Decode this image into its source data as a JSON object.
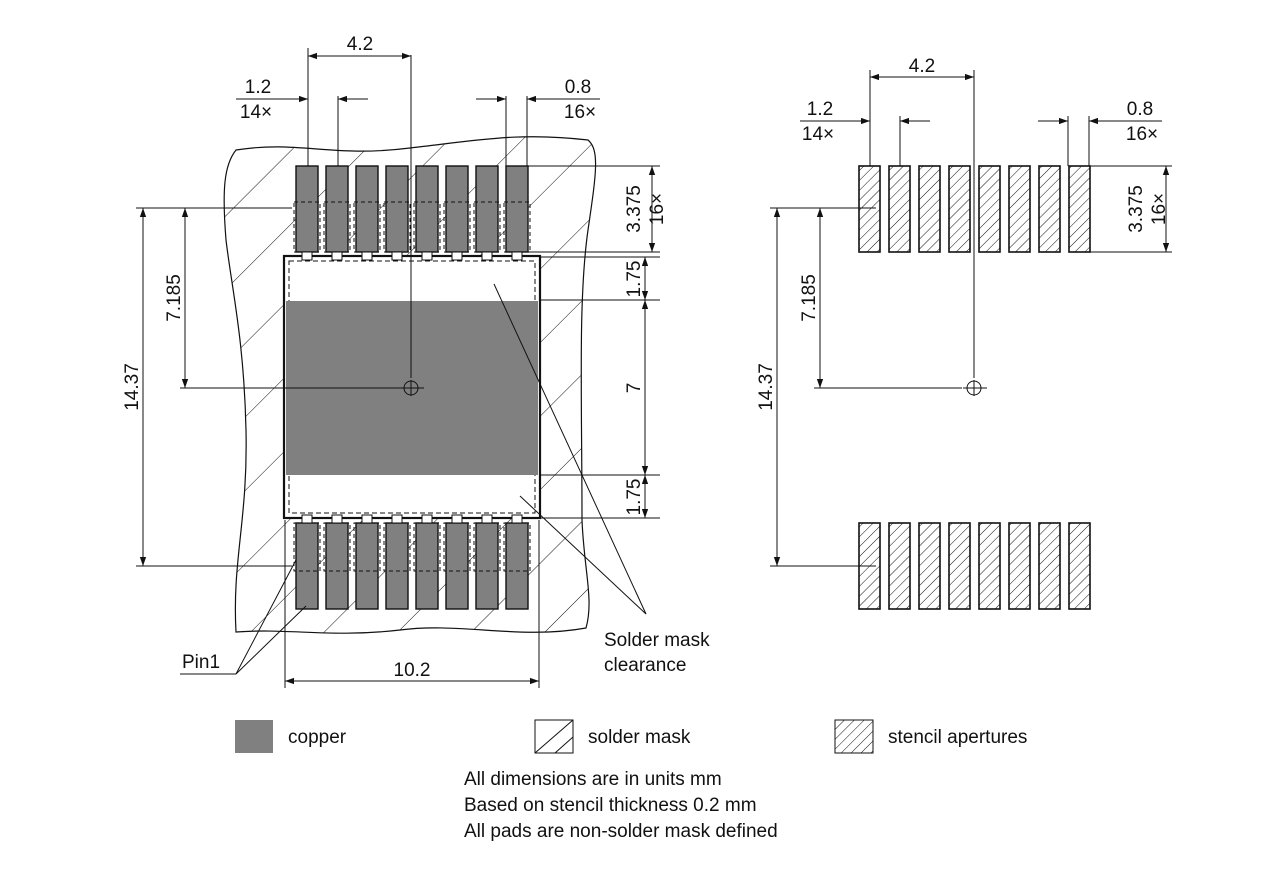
{
  "colors": {
    "copper": "#808080",
    "line": "#111111",
    "background": "#ffffff"
  },
  "left_view": {
    "pitch_label": "1.2",
    "pitch_count": "14×",
    "pad_width_label": "0.8",
    "pad_width_count": "16×",
    "span_label": "4.2",
    "pad_length_label": "3.375",
    "pad_length_count": "16×",
    "half_height_label": "7.185",
    "height_label": "14.37",
    "width_label": "10.2",
    "clear_top_label": "1.75",
    "center_label": "7",
    "clear_bottom_label": "1.75",
    "pin1_label": "Pin1",
    "clearance_label_1": "Solder mask",
    "clearance_label_2": "clearance"
  },
  "right_view": {
    "pitch_label": "1.2",
    "pitch_count": "14×",
    "pad_width_label": "0.8",
    "pad_width_count": "16×",
    "span_label": "4.2",
    "pad_length_label": "3.375",
    "pad_length_count": "16×",
    "half_height_label": "7.185",
    "height_label": "14.37"
  },
  "legend": {
    "copper": "copper",
    "solder_mask": "solder mask",
    "stencil": "stencil apertures"
  },
  "notes": {
    "line1": "All dimensions are in units mm",
    "line2": "Based on stencil thickness 0.2 mm",
    "line3": "All pads are non-solder mask defined"
  }
}
